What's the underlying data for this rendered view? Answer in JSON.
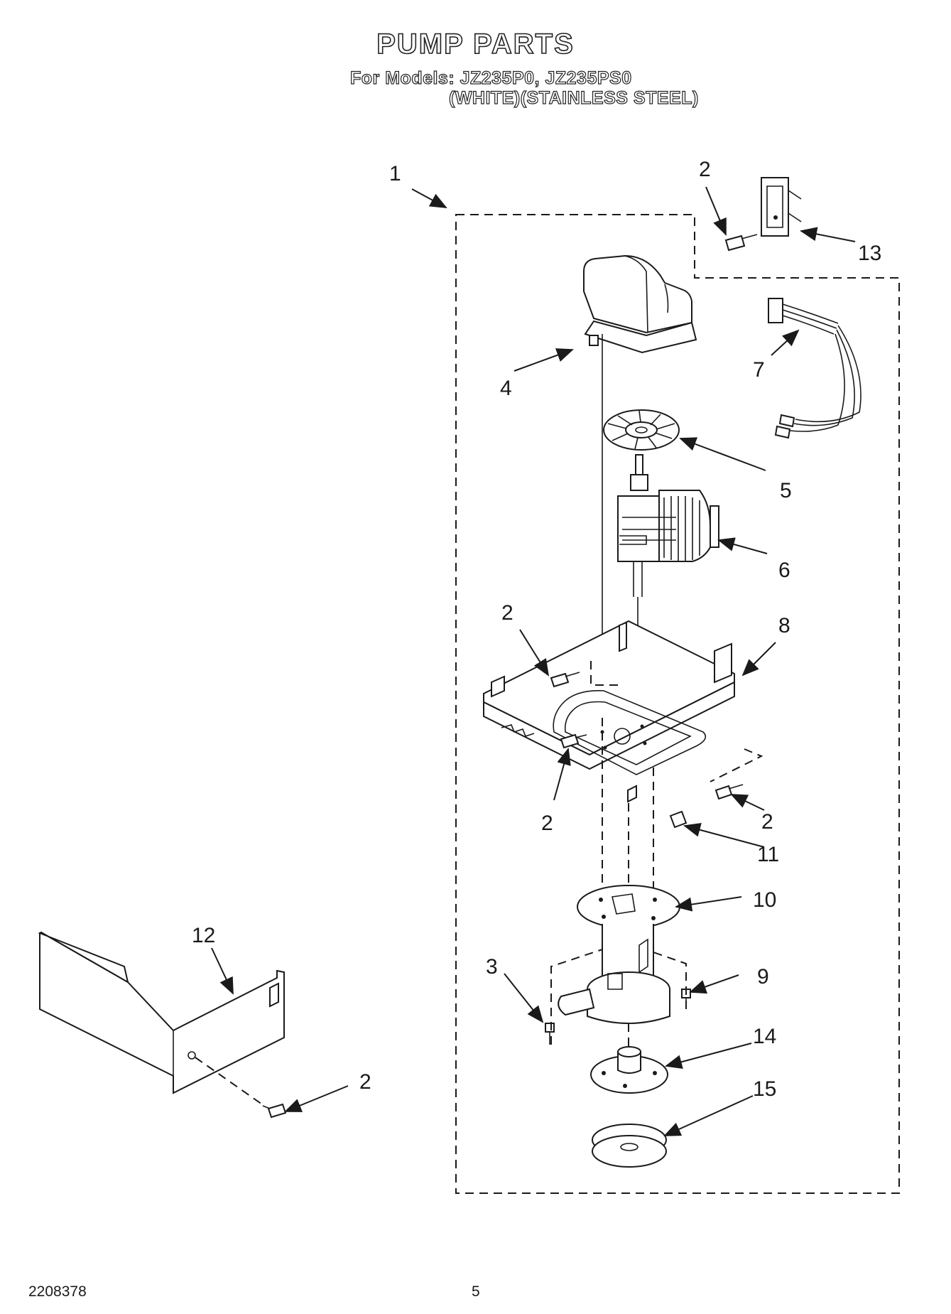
{
  "header": {
    "title": "PUMP PARTS",
    "models_line": "For Models: JZ235P0, JZ235PS0",
    "colors_line": "(WHITE)(STAINLESS STEEL)"
  },
  "callouts": {
    "c1": "1",
    "c2a": "2",
    "c13": "13",
    "c4": "4",
    "c7": "7",
    "c5": "5",
    "c6": "6",
    "c2b": "2",
    "c8": "8",
    "c2c": "2",
    "c2d": "2",
    "c11": "11",
    "c10": "10",
    "c3": "3",
    "c9": "9",
    "c14": "14",
    "c15": "15",
    "c12": "12",
    "c2e": "2"
  },
  "footer": {
    "document_number": "2208378",
    "page_number": "5"
  }
}
